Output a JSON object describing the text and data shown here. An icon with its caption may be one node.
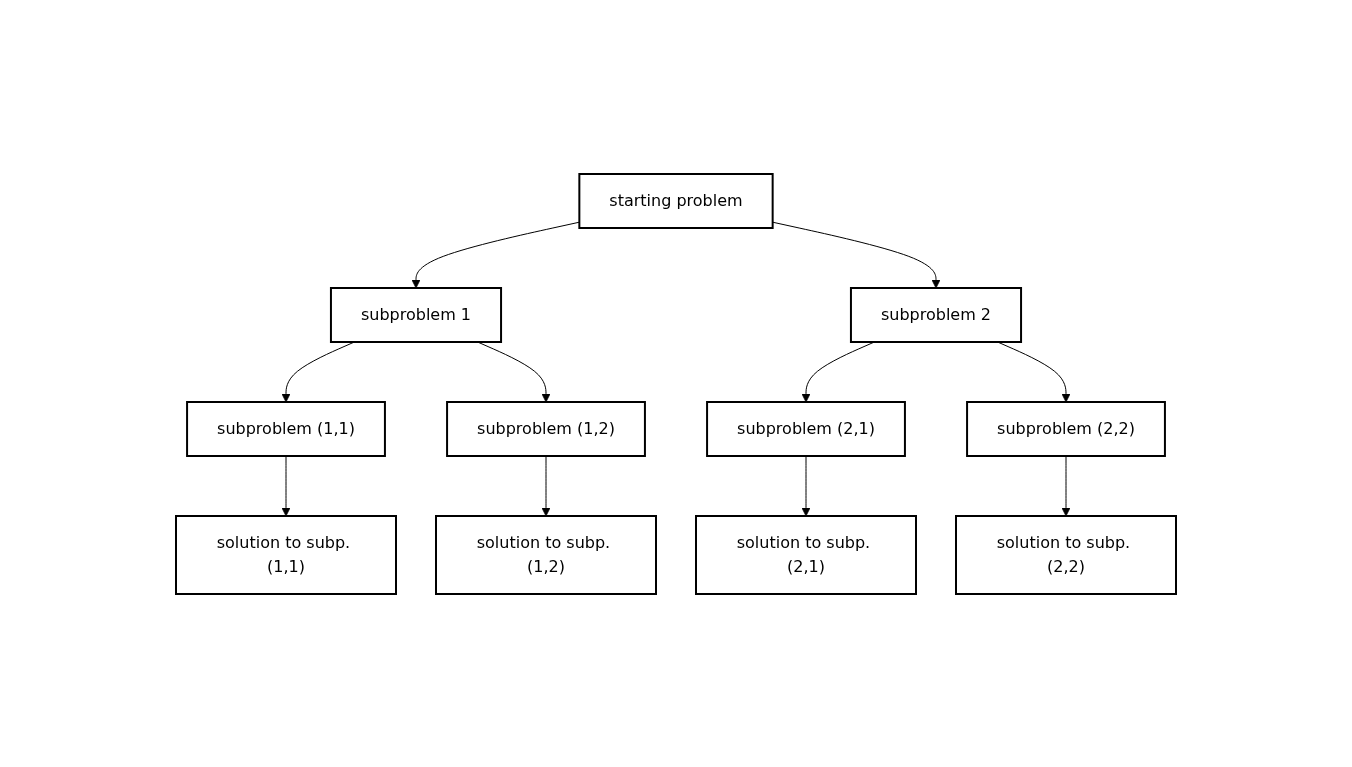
{
  "diagram": {
    "nodes": [
      {
        "text": [
          "starting problem"
        ]
      },
      {
        "text": [
          "subproblem 1"
        ]
      },
      {
        "text": [
          "subproblem 2"
        ]
      },
      {
        "text": [
          "subproblem (1,1)"
        ]
      },
      {
        "text": [
          "subproblem (1,2)"
        ]
      },
      {
        "text": [
          "subproblem (2,1)"
        ]
      },
      {
        "text": [
          "subproblem (2,2)"
        ]
      },
      {
        "text": [
          "solution to subp. (1,1)"
        ]
      },
      {
        "text": [
          "solution to subp. (1,2)"
        ]
      },
      {
        "text": [
          "solution to subp. (2,1)"
        ]
      },
      {
        "text": [
          "solution to subp. (2,2)"
        ]
      }
    ],
    "edges": [
      {
        "from": 0,
        "to": 1,
        "arrow": "to"
      },
      {
        "from": 0,
        "to": 2,
        "arrow": "to"
      },
      {
        "from": 1,
        "to": 3,
        "arrow": "to"
      },
      {
        "from": 1,
        "to": 4,
        "arrow": "to"
      },
      {
        "from": 2,
        "to": 5,
        "arrow": "to"
      },
      {
        "from": 2,
        "to": 6,
        "arrow": "to"
      },
      {
        "from": 3,
        "to": 7,
        "arrow": "to"
      },
      {
        "from": 4,
        "to": 8,
        "arrow": "to"
      },
      {
        "from": 5,
        "to": 9,
        "arrow": "to"
      },
      {
        "from": 6,
        "to": 10,
        "arrow": "to"
      }
    ]
  }
}
